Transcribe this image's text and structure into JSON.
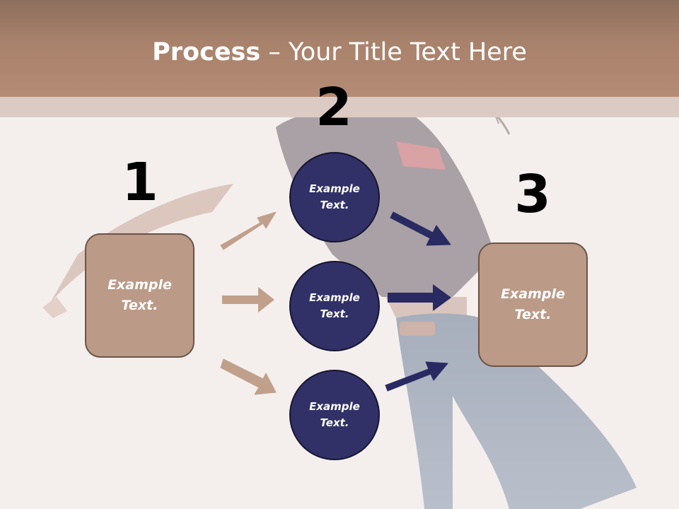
{
  "slide": {
    "title_bold": "Process",
    "title_rest": " – Your Title Text Here"
  },
  "steps": {
    "one": "1",
    "two": "2",
    "three": "3"
  },
  "boxes": {
    "left": "Example\nText.",
    "right": "Example\nText."
  },
  "circles": {
    "top": "Example\nText.",
    "middle": "Example\nText.",
    "bottom": "Example\nText."
  },
  "colors": {
    "header": "#b48b74",
    "box_fill": "#bb9a87",
    "circle_fill": "#313168",
    "left_arrow": "#c1a08b",
    "right_arrow": "#2a2a62"
  }
}
